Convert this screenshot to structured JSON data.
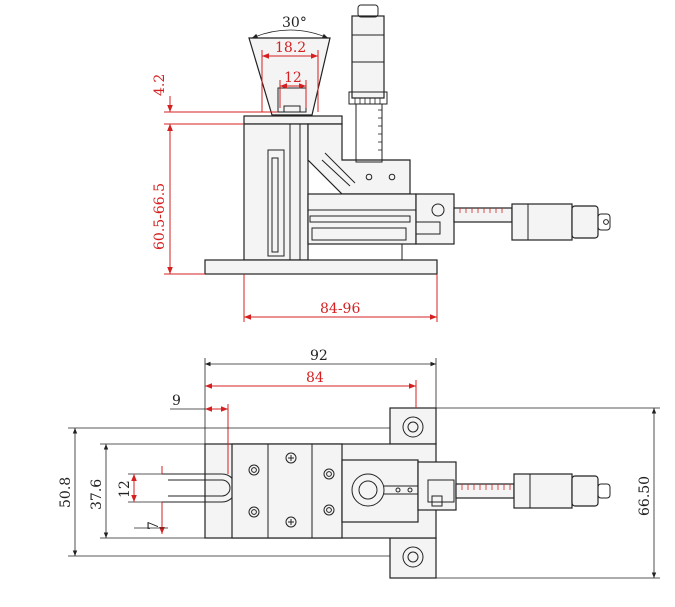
{
  "diagram": {
    "side_view": {
      "angle_label": "30°",
      "width_18_2": "18.2",
      "width_12": "12",
      "height_4_2": "4.2",
      "height_range": "60.5-66.5",
      "width_range": "84-96"
    },
    "top_view": {
      "width_92": "92",
      "width_84": "84",
      "offset_9": "9",
      "height_50_8": "50.8",
      "height_37_6": "37.6",
      "slot_12": "12",
      "slot_7": "7",
      "height_66_50": "66.50"
    },
    "colors": {
      "dimension_red": "#d42020",
      "line_black": "#222222"
    }
  }
}
